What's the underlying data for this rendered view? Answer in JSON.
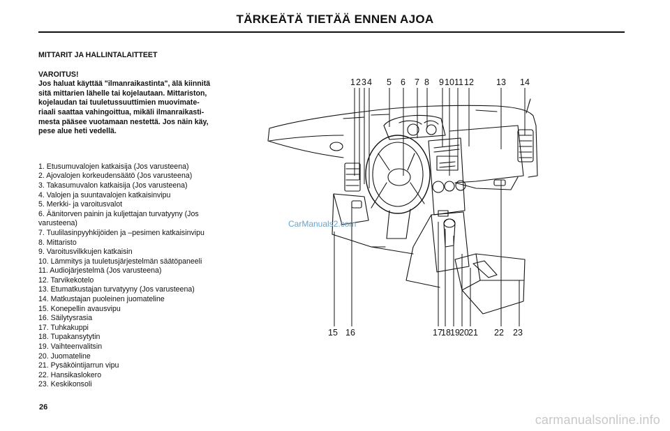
{
  "header": {
    "title": "TÄRKEÄTÄ TIETÄÄ ENNEN AJOA"
  },
  "section": {
    "heading": "MITTARIT JA HALLINTALAITTEET"
  },
  "warning": {
    "heading": "VAROITUS!",
    "lines": [
      "Jos haluat käyttää \"ilmanraikastinta\", älä kiinnitä",
      "sitä mittarien lähelle tai kojelautaan. Mittariston,",
      "kojelaudan tai tuuletussuuttimien muovimate-",
      "riaali saattaa vahingoittua, mikäli ilmanraikasti-",
      "mesta pääsee vuotamaan nestettä. Jos näin käy,",
      "pese alue heti vedellä."
    ]
  },
  "legend": [
    "1. Etusumuvalojen katkaisija (Jos varusteena)",
    "2. Ajovalojen korkeudensäätö (Jos varusteena)",
    "3. Takasumuvalon katkaisija (Jos varusteena)",
    "4. Valojen ja suuntavalojen katkaisinvipu",
    "5. Merkki- ja varoitusvalot",
    "6. Äänitorven painin ja kuljettajan turvatyyny (Jos varusteena)",
    "7. Tuulilasinpyyhkijöiden ja –pesimen katkaisinvipu",
    "8. Mittaristo",
    "9. Varoitusvilkkujen katkaisin",
    "10. Lämmitys ja tuuletusjärjestelmän säätöpaneeli",
    "11. Audiojärjestelmä (Jos varusteena)",
    "12. Tarvikekotelo",
    "13. Etumatkustajan turvatyyny (Jos varusteena)",
    "14. Matkustajan puoleinen juomateline",
    "15. Konepellin avausvipu",
    "16. Säilytysrasia",
    "17. Tuhkakuppi",
    "18. Tupakansytytin",
    "19. Vaihteenvalitsin",
    "20. Juomateline",
    "21. Pysäköintijarrun vipu",
    "22. Hansikaslokero",
    "23. Keskikonsoli"
  ],
  "diagram": {
    "top_labels": [
      "1",
      "2",
      "3",
      "4",
      "5",
      "6",
      "7",
      "8",
      "9",
      "10",
      "11",
      "12",
      "13",
      "14"
    ],
    "bottom_labels": [
      "15",
      "16",
      "17",
      "18",
      "19",
      "20",
      "21",
      "22",
      "23"
    ],
    "watermark": "CarManuals2.com"
  },
  "footer": {
    "page_number": "26",
    "watermark": "carmanualsonline.info"
  }
}
